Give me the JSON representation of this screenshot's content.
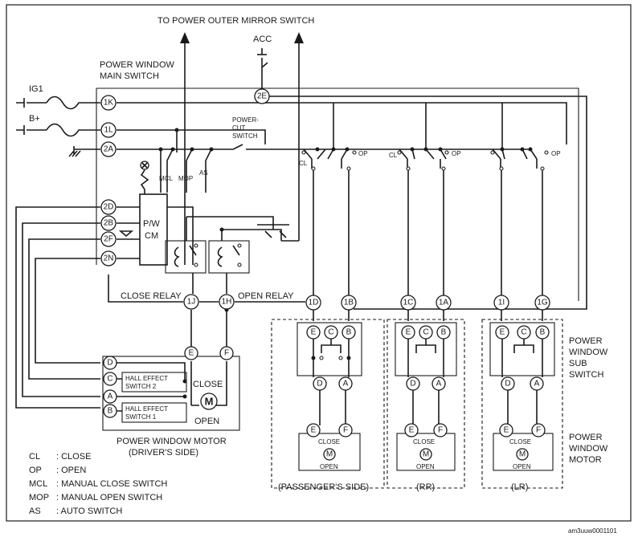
{
  "labels": {
    "to_mirror": "TO POWER OUTER MIRROR SWITCH",
    "acc": "ACC",
    "main_switch_1": "POWER WINDOW",
    "main_switch_2": "MAIN SWITCH",
    "ig1": "IG1",
    "bplus": "B+",
    "power_cut_1": "POWER-",
    "power_cut_2": "CUT",
    "power_cut_3": "SWITCH",
    "pwcm_1": "P/W",
    "pwcm_2": "CM",
    "mcl": "MCL",
    "mop": "MOP",
    "as": "AS",
    "close_relay": "CLOSE RELAY",
    "open_relay": "OPEN RELAY",
    "hall1_a": "HALL EFFECT",
    "hall1_b": "SWITCH 2",
    "hall2_a": "HALL EFFECT",
    "hall2_b": "SWITCH 1",
    "close": "CLOSE",
    "open": "OPEN",
    "m": "M",
    "motor_1": "POWER WINDOW MOTOR",
    "motor_2": "(DRIVER'S SIDE)",
    "sub_switch_1": "POWER",
    "sub_switch_2": "WINDOW",
    "sub_switch_3": "SUB",
    "sub_switch_4": "SWITCH",
    "pw_motor_1": "POWER",
    "pw_motor_2": "WINDOW",
    "pw_motor_3": "MOTOR",
    "passenger": "(PASSENGER'S SIDE)",
    "rr": "(RR)",
    "lr": "(LR)",
    "cl": "CL",
    "op": "OP",
    "image_code": "am3uuw0001101"
  },
  "pins": {
    "p2E": "2E",
    "p1K": "1K",
    "p1L": "1L",
    "p2A": "2A",
    "p2D": "2D",
    "p2B": "2B",
    "p2F": "2F",
    "p2N": "2N",
    "p1J": "1J",
    "p1H": "1H",
    "p1D": "1D",
    "p1B": "1B",
    "p1C": "1C",
    "p1A": "1A",
    "p1I": "1I",
    "p1G": "1G"
  },
  "motor_pins": {
    "e": "E",
    "f": "F",
    "d": "D",
    "c": "C",
    "a": "A",
    "b": "B"
  },
  "legend": [
    {
      "abbr": "CL",
      "text": ": CLOSE"
    },
    {
      "abbr": "OP",
      "text": ": OPEN"
    },
    {
      "abbr": "MCL",
      "text": ": MANUAL CLOSE SWITCH"
    },
    {
      "abbr": "MOP",
      "text": ": MANUAL OPEN SWITCH"
    },
    {
      "abbr": "AS",
      "text": ": AUTO SWITCH"
    }
  ]
}
